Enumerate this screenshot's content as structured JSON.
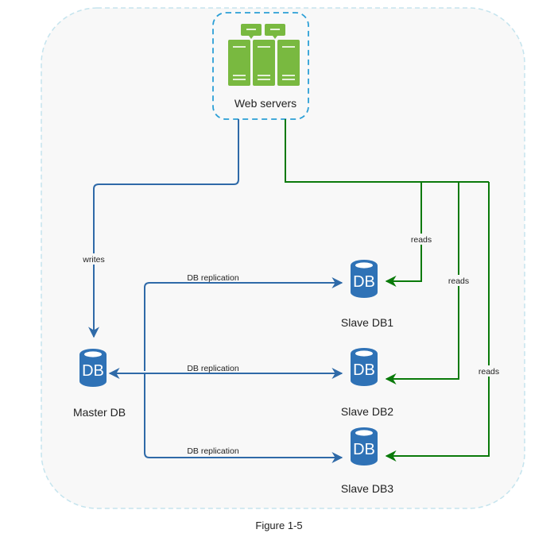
{
  "caption": "Figure 1-5",
  "colors": {
    "write_edge": "#2f6aa8",
    "read_edge": "#0a7a0a",
    "db": "#2f72b6",
    "server": "#79b940",
    "outer_border": "#c5e4ee",
    "server_border": "#2b9fd6",
    "outer_fill": "#f8f8f8"
  },
  "nodes": {
    "web_servers": {
      "label": "Web servers",
      "icon": "server-rack-icon"
    },
    "master_db": {
      "label": "Master DB",
      "icon": "database-icon",
      "icon_text": "DB"
    },
    "slave_db1": {
      "label": "Slave DB1",
      "icon": "database-icon",
      "icon_text": "DB"
    },
    "slave_db2": {
      "label": "Slave DB2",
      "icon": "database-icon",
      "icon_text": "DB"
    },
    "slave_db3": {
      "label": "Slave DB3",
      "icon": "database-icon",
      "icon_text": "DB"
    }
  },
  "edges": {
    "writes": {
      "label": "writes",
      "from": "Web servers",
      "to": "Master DB"
    },
    "replication1": {
      "label": "DB replication",
      "from": "Master DB",
      "to": "Slave DB1"
    },
    "replication2": {
      "label": "DB replication",
      "from": "Master DB",
      "to": "Slave DB2"
    },
    "replication3": {
      "label": "DB replication",
      "from": "Master DB",
      "to": "Slave DB3"
    },
    "reads1": {
      "label": "reads",
      "from": "Web servers",
      "to": "Slave DB1"
    },
    "reads2": {
      "label": "reads",
      "from": "Web servers",
      "to": "Slave DB2"
    },
    "reads3": {
      "label": "reads",
      "from": "Web servers",
      "to": "Slave DB3"
    }
  }
}
